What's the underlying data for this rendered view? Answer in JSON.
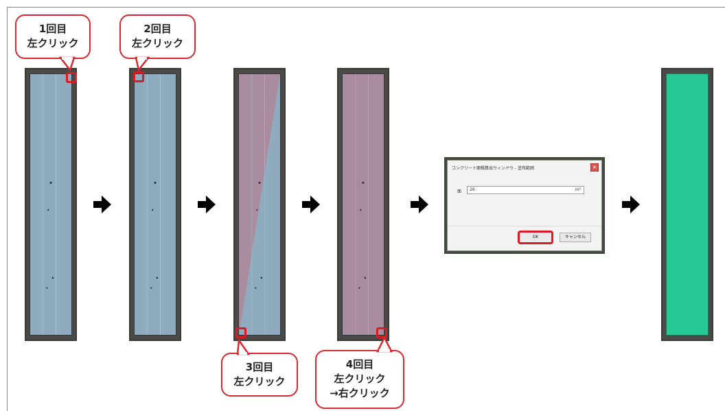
{
  "steps": {
    "step1": {
      "line1": "1回目",
      "line2": "左クリック"
    },
    "step2": {
      "line1": "2回目",
      "line2": "左クリック"
    },
    "step3": {
      "line1": "3回目",
      "line2": "左クリック"
    },
    "step4": {
      "line1": "4回目",
      "line2": "左クリック",
      "line3": "→右クリック"
    }
  },
  "dialog": {
    "title": "コンクリート面積算出ウィンドウ - 塗布範囲",
    "close": "×",
    "label": "面",
    "value": "26",
    "unit": "m²",
    "ok": "OK",
    "cancel": "キャンセル"
  },
  "colors": {
    "callout_border": "#d8282f",
    "marker": "#d81c24",
    "slab_blue": "#8eabc0",
    "slab_pink": "#a98d9f",
    "slab_green": "#26c996",
    "arrow": "#000000"
  },
  "icons": {
    "arrow": "right-arrow-icon"
  }
}
